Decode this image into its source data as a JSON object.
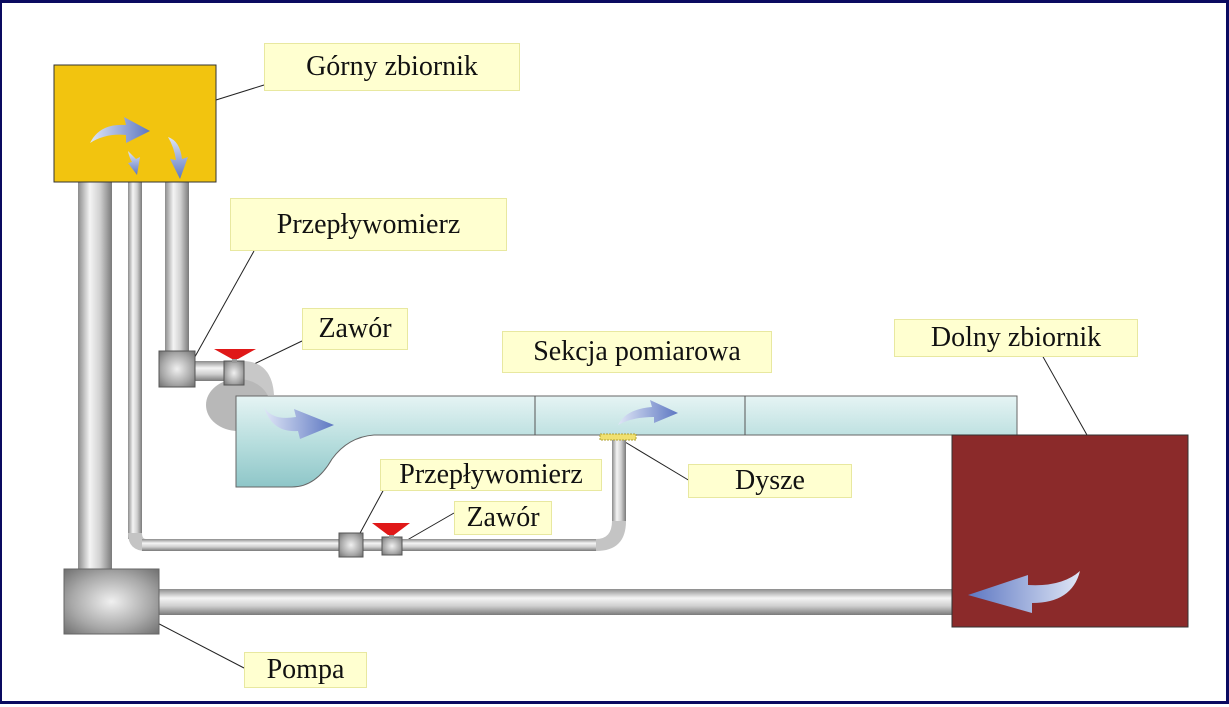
{
  "labels": {
    "top_tank": "Górny zbiornik",
    "flowmeter_upper": "Przepływomierz",
    "valve_upper": "Zawór",
    "measuring_section": "Sekcja pomiarowa",
    "bottom_tank": "Dolny zbiornik",
    "flowmeter_lower": "Przepływomierz",
    "valve_lower": "Zawór",
    "nozzles": "Dysze",
    "pump": "Pompa"
  },
  "colors": {
    "top_tank": "#f2c40f",
    "bottom_tank": "#8b2a2a",
    "pipe": "#b8b8b8",
    "channel_water": "#bfe0e0",
    "valve_handle": "#e01818",
    "label_bg": "#ffffd0",
    "arrow": "#6f86c8",
    "frame": "#0a0a60"
  }
}
